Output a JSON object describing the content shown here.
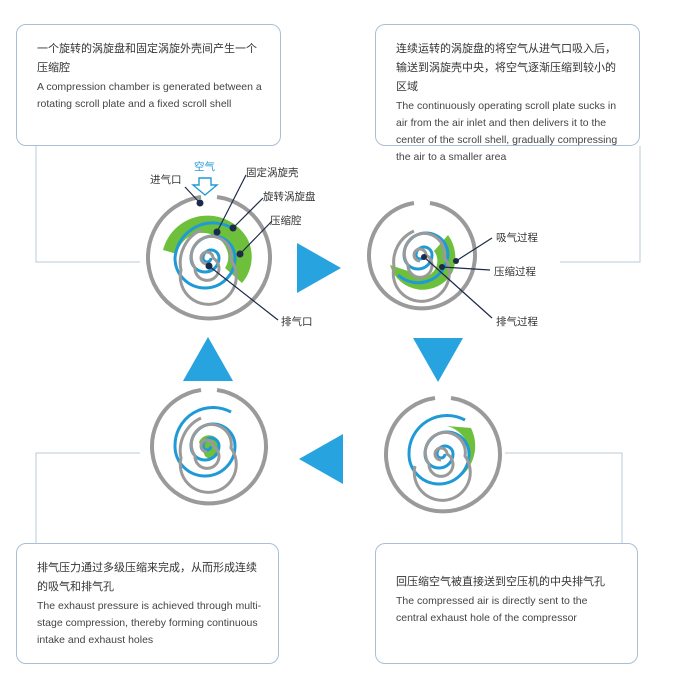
{
  "steps": [
    {
      "zh": "一个旋转的涡旋盘和固定涡旋外壳间产生一个压缩腔",
      "en": "A compression chamber is generated between a rotating scroll plate and a fixed scroll shell"
    },
    {
      "zh": "连续运转的涡旋盘的将空气从进气口吸入后，输送到涡旋壳中央，将空气逐渐压缩到较小的区域",
      "en": "The continuously operating scroll plate sucks in air from the air inlet and then delivers it to the center of the scroll shell, gradually compressing the air to a smaller area"
    },
    {
      "zh": "回压缩空气被直接送到空压机的中央排气孔",
      "en": "The compressed air is directly sent to the central exhaust hole of the compressor"
    },
    {
      "zh": "排气压力通过多级压缩来完成，从而形成连续的吸气和排气孔",
      "en": "The exhaust pressure is achieved through multi-stage compression, thereby forming continuous intake and exhaust holes"
    }
  ],
  "labels": {
    "air": "空气",
    "inlet": "进气口",
    "fixed_scroll": "固定涡旋壳",
    "rotating_scroll": "旋转涡旋盘",
    "chamber": "压缩腔",
    "outlet": "排气口",
    "suction": "吸气过程",
    "compression": "压缩过程",
    "discharge": "排气过程"
  },
  "colors": {
    "accent_blue": "#1f9ad6",
    "scroll_green": "#6ebf3c",
    "shell_gray": "#9a9a9a",
    "card_border": "#a9bfd6",
    "arrow_blue": "#27a3e0",
    "dark_navy": "#1d2b4a"
  }
}
